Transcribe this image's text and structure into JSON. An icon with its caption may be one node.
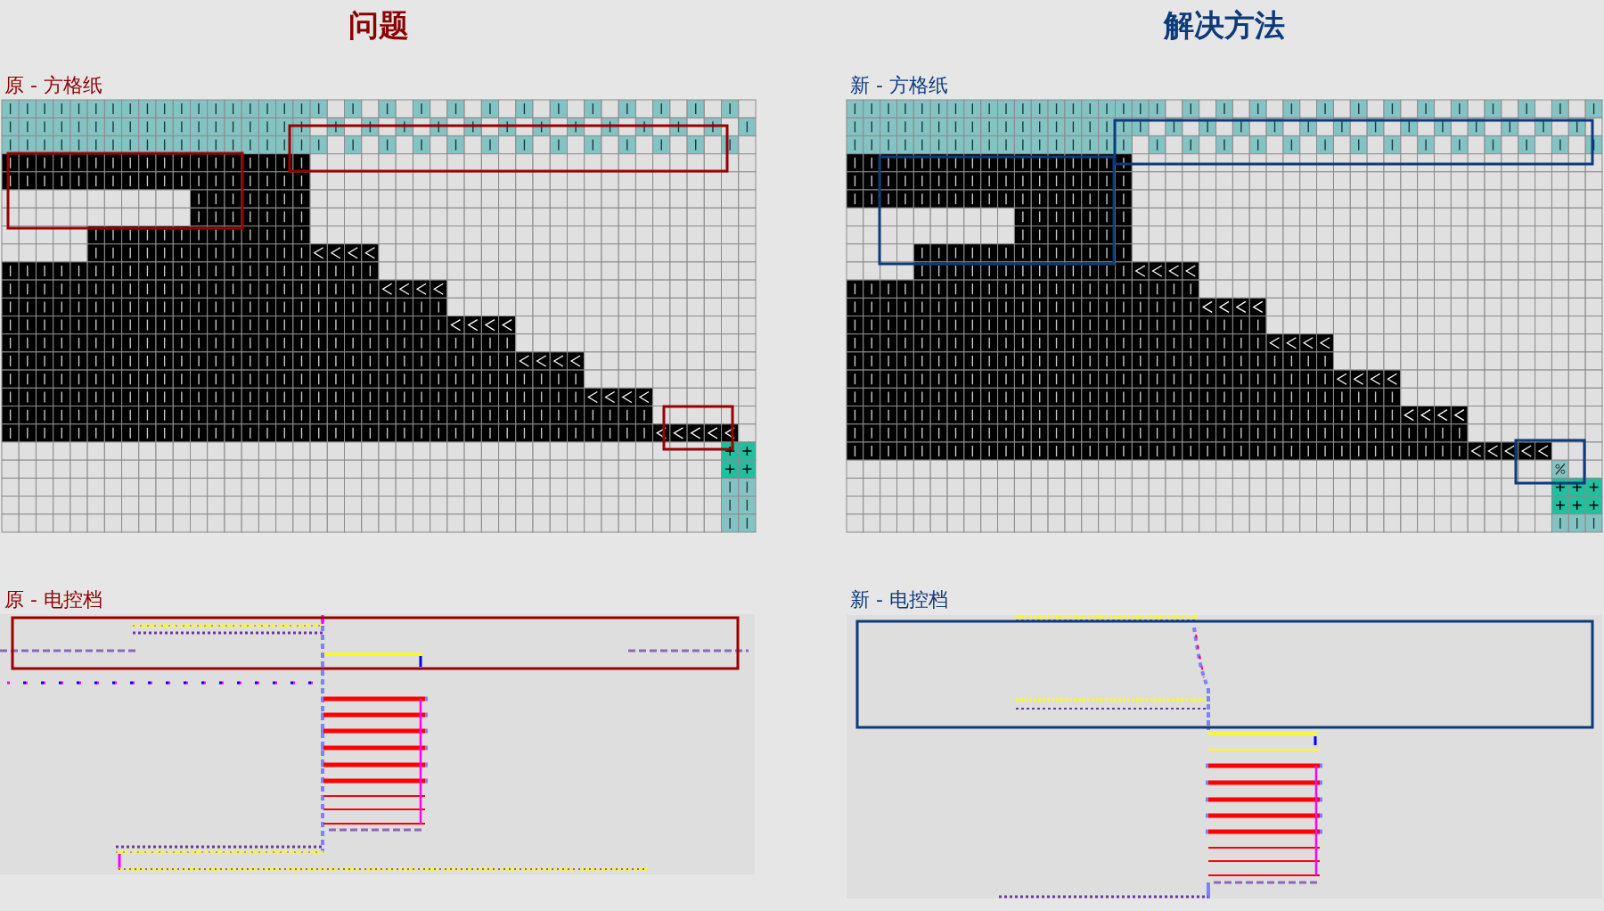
{
  "diagram": {
    "labels": [
      "问题",
      "解决方法",
      "原 - 方格纸",
      "新 - 方格纸",
      "原 - 电控档",
      "新 - 电控档"
    ]
  }
}
